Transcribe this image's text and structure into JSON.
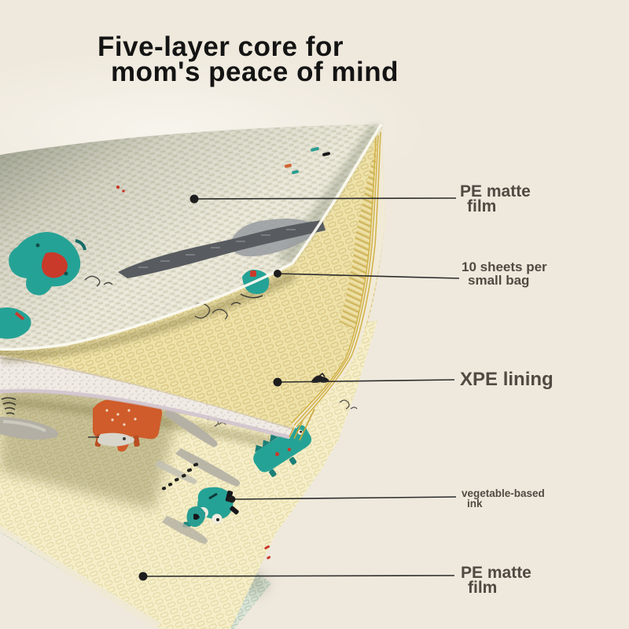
{
  "title": {
    "line1": "Five-layer core for",
    "line2": "mom's peace of mind"
  },
  "labels": [
    {
      "id": "pe-matte-film-top",
      "line1": "PE matte",
      "line2": "film"
    },
    {
      "id": "sheets-per-bag",
      "line1": "10 sheets per",
      "line2": "small bag"
    },
    {
      "id": "xpe-lining",
      "line1": "XPE lining",
      "line2": ""
    },
    {
      "id": "vegetable-ink",
      "line1": "vegetable-based",
      "line2": "ink"
    },
    {
      "id": "pe-matte-film-bottom",
      "line1": "PE matte",
      "line2": "film"
    }
  ],
  "layers": [
    "pe-matte-film-top-sheet",
    "xpe-foam-slab",
    "foam-core-edge",
    "vegetable-ink-printed-sheet",
    "pe-matte-film-bottom-sheet"
  ],
  "colors": {
    "background": "#efe9dd",
    "title_text": "#141414",
    "label_text": "#504a43",
    "connector_line": "#2c2c2c",
    "mat_cream": "#e8e5d6",
    "xpe_yellow": "#eee2a9",
    "foam_white": "#f0ebe5",
    "printed_cream": "#f5eec8",
    "mint_green": "#dbe5d6",
    "accent_teal": "#25a296",
    "accent_red": "#c93a2b",
    "accent_orange": "#d2622f"
  }
}
